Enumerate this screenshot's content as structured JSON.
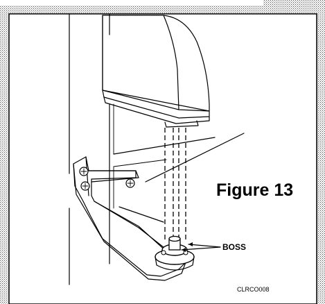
{
  "figure": {
    "title": "Figure 13",
    "callout": "BOSS",
    "code": "CLRCO008"
  },
  "colors": {
    "frame_stipple": "#8a8a8a",
    "line": "#000000",
    "background": "#ffffff",
    "block_shade": "#e6e6e6",
    "bracket_shade": "#dcdcdc"
  }
}
